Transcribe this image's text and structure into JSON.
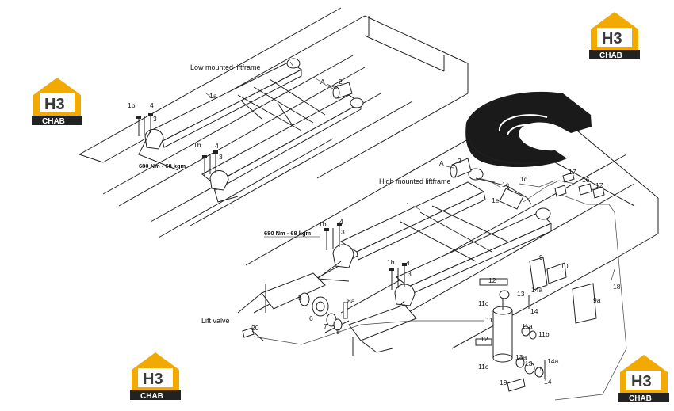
{
  "diagram": {
    "captions": {
      "low_liftframe": "Low mounted liftframe",
      "high_liftframe": "High mounted liftframe",
      "torque_top": "680 Nm - 68 kgm",
      "torque_mid": "680 Nm - 68 kgm",
      "lift_valve": "Lift valve"
    },
    "part_labels": {
      "p_1a": "1a",
      "p_1b_a": "1b",
      "p_4_a": "4",
      "p_3_a": "3",
      "p_1b_b": "1b",
      "p_4_b": "4",
      "p_3_b": "3",
      "p_A_top": "A",
      "p_2_top": "2",
      "p_A_mid": "A",
      "p_2_mid": "2",
      "p_1": "1",
      "p_1c": "1c",
      "p_1d": "1d",
      "p_1e": "1e",
      "p_17_a": "17",
      "p_16": "16",
      "p_17_b": "17",
      "p_1b_c": "1b",
      "p_4_c": "4",
      "p_3_c": "3",
      "p_1b_d": "1b",
      "p_4_d": "4",
      "p_3_d": "3",
      "p_9": "9",
      "p_10": "10",
      "p_9a": "9a",
      "p_18": "18",
      "p_12_a": "12",
      "p_11c_a": "11c",
      "p_13_a": "13",
      "p_14a_a": "14a",
      "p_14_a": "14",
      "p_11": "11",
      "p_11a": "11a",
      "p_11b": "11b",
      "p_12_b": "12",
      "p_11c_b": "11c",
      "p_13a": "13a",
      "p_13_b": "13",
      "p_15": "15",
      "p_14a_b": "14a",
      "p_14_b": "14",
      "p_19": "19",
      "p_5": "5",
      "p_6": "6",
      "p_7": "7",
      "p_8": "8",
      "p_8a": "8a",
      "p_20": "20"
    },
    "watermark_text": "CHAB",
    "watermark_logo": "H3"
  }
}
